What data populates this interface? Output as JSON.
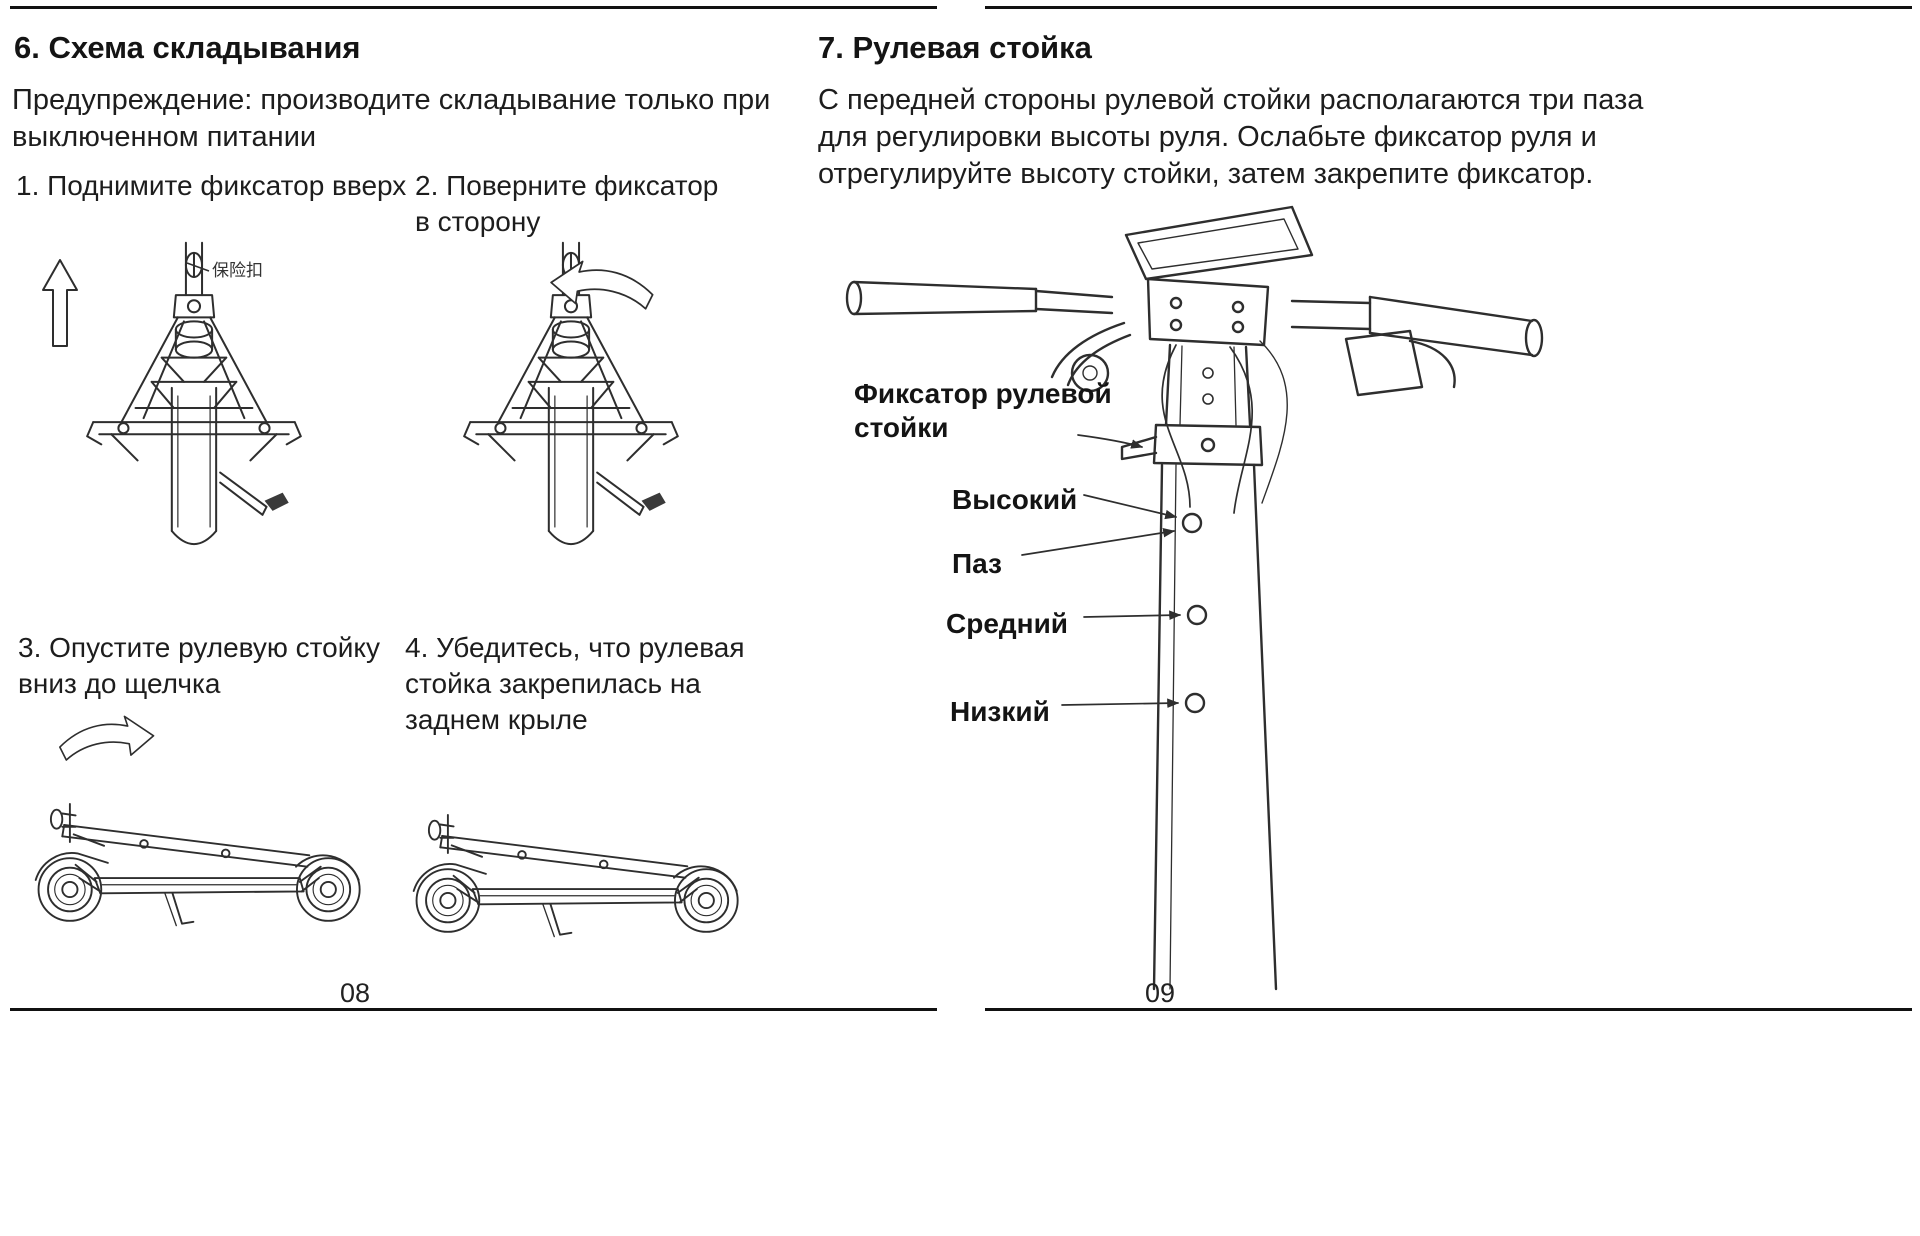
{
  "left_page": {
    "heading": "6. Схема складывания",
    "warning_lines": [
      "Предупреждение: производите складывание только при",
      "выключенном питании"
    ],
    "steps": {
      "s1": [
        "1. Поднимите фиксатор вверх"
      ],
      "s2": [
        "2. Поверните фиксатор",
        "в сторону"
      ],
      "s3": [
        "3. Опустите рулевую стойку",
        "вниз до щелчка"
      ],
      "s4": [
        "4. Убедитесь, что рулевая",
        "стойка закрепилась на",
        "заднем крыле"
      ]
    },
    "figure1_annotation": "保险扣",
    "page_number": "08"
  },
  "right_page": {
    "heading": "7. Рулевая стойка",
    "body_lines": [
      "С передней стороны рулевой стойки располагаются три паза",
      "для регулировки высоты руля. Ослабьте фиксатор руля и",
      "отрегулируйте высоту стойки, затем закрепите фиксатор."
    ],
    "diagram_labels": {
      "lock": [
        "Фиксатор рулевой",
        "стойки"
      ],
      "high": "Высокий",
      "slot": "Паз",
      "middle": "Средний",
      "low": "Низкий"
    },
    "page_number": "09"
  },
  "line_color": "#2e2e2e"
}
